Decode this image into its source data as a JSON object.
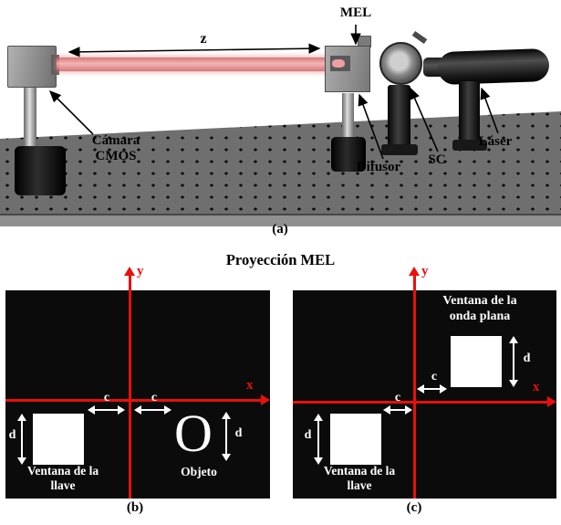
{
  "title": "Proyección MEL",
  "panel_a": {
    "caption": "(a)",
    "mel_label": "MEL",
    "z_label": "z",
    "camera_label_line1": "Cámara",
    "camera_label_line2": "CMOS",
    "difusor_label": "Difusor",
    "sc_label": "SC",
    "laser_label": "Láser"
  },
  "panel_b": {
    "caption": "(b)",
    "y_axis_label": "y",
    "x_axis_label": "x",
    "c_label": "c",
    "d_label": "d",
    "object_glyph": "O",
    "object_label": "Objeto",
    "key_window_label_line1": "Ventana de la",
    "key_window_label_line2": "llave"
  },
  "panel_c": {
    "caption": "(c)",
    "y_axis_label": "y",
    "x_axis_label": "x",
    "c_label": "c",
    "d_label": "d",
    "plane_wave_window_label_line1": "Ventana de la",
    "plane_wave_window_label_line2": "onda plana",
    "key_window_label_line1": "Ventana de la",
    "key_window_label_line2": "llave"
  },
  "colors": {
    "axis_red": "#e8100a",
    "beam_red": "#f0b0b0",
    "table_gray": "#6f6f6f",
    "panel_background": "#0b0b0b",
    "label_white": "#ffffff"
  }
}
